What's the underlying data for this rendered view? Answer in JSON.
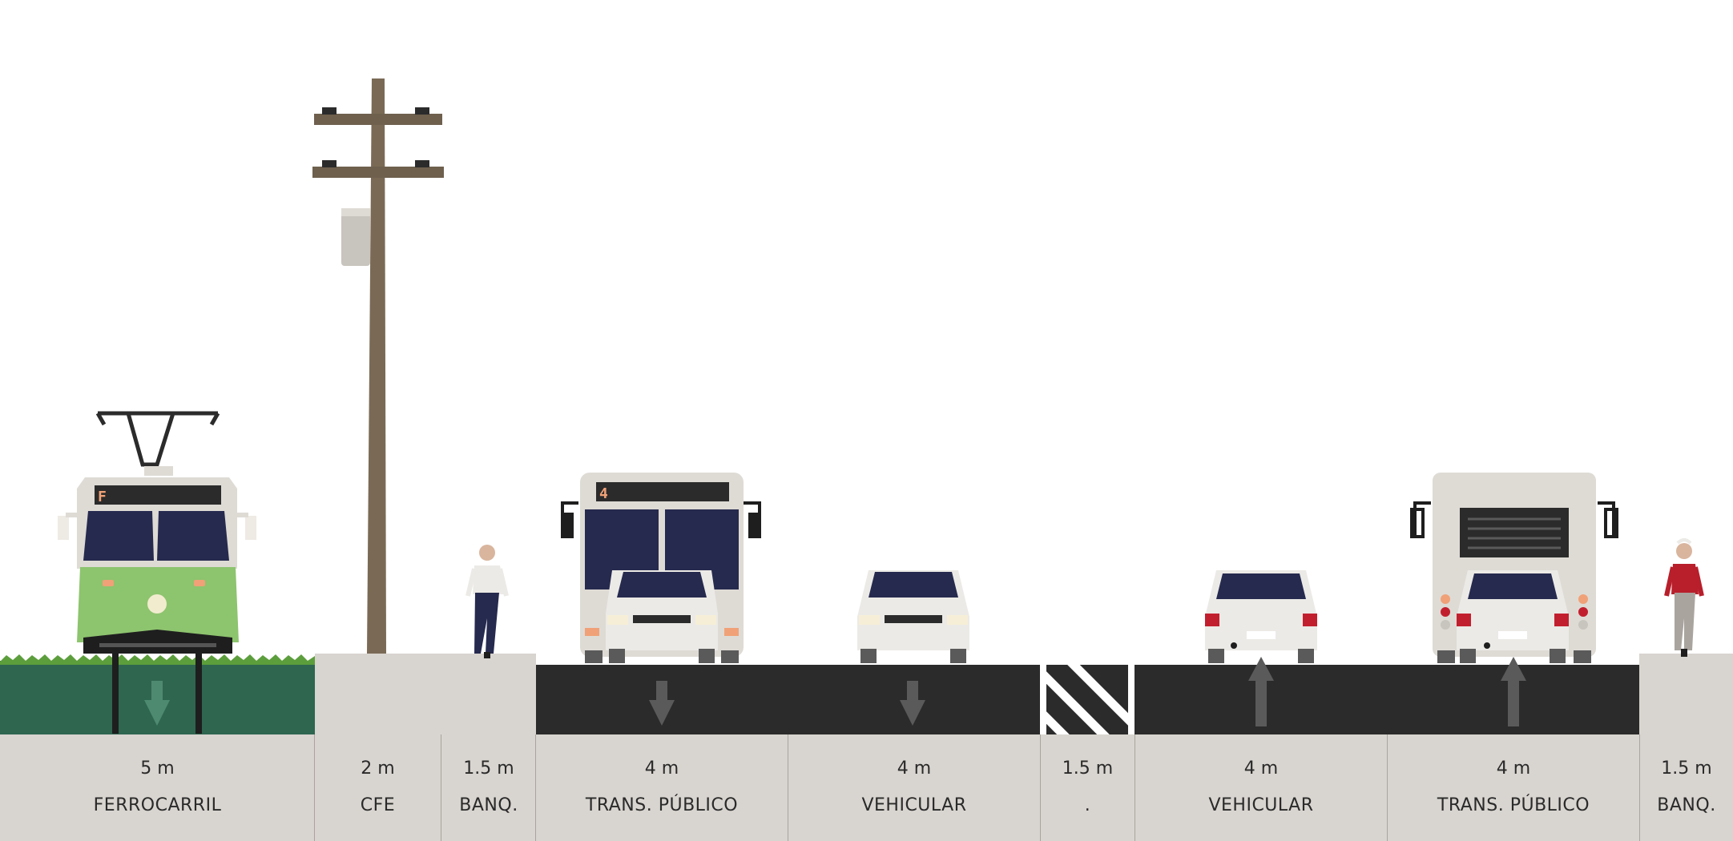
{
  "colors": {
    "road": "#2b2b2b",
    "sidewalk": "#d8d4cf",
    "track_bed": "#2e6650",
    "grass": "#5c9e3c",
    "tram_green": "#8dc46e",
    "bus_body": "#dedbd5",
    "window": "#262a4f",
    "pole": "#7a6a55",
    "arrow": "#5a5a5a"
  },
  "segments": [
    {
      "width": "5 m",
      "name": "FERROCARRIL",
      "direction": "down"
    },
    {
      "width": "2 m",
      "name": "CFE",
      "direction": "none"
    },
    {
      "width": "1.5 m",
      "name": "BANQ.",
      "direction": "none"
    },
    {
      "width": "4 m",
      "name": "TRANS. PÚBLICO",
      "direction": "down"
    },
    {
      "width": "4 m",
      "name": "VEHICULAR",
      "direction": "down"
    },
    {
      "width": "1.5 m",
      "name": ".",
      "direction": "none"
    },
    {
      "width": "4 m",
      "name": "VEHICULAR",
      "direction": "up"
    },
    {
      "width": "4 m",
      "name": "TRANS. PÚBLICO",
      "direction": "up"
    },
    {
      "width": "1.5 m",
      "name": "BANQ.",
      "direction": "none"
    }
  ],
  "vehicles": {
    "tram_sign": "F",
    "bus_sign": "4"
  }
}
